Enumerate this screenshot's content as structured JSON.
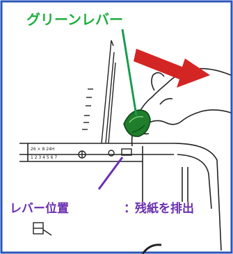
{
  "callouts": {
    "green_lever": "グリーンレバー",
    "lever_position": "レバー位置",
    "separator": "：",
    "position_value": "残紙を排出"
  },
  "panel_markings": {
    "row1": "26 × 8 24H",
    "row2": "1 2 3 4 5 6 7"
  },
  "colors": {
    "frame": "#2a55b8",
    "green_lever": "#1fae3e",
    "callout_line_green": "#1a9b4f",
    "lever_position": "#6a2fb0",
    "arrow": "#d42525"
  },
  "icons": [
    "lever-position-icon",
    "eject-arrow-icon"
  ]
}
